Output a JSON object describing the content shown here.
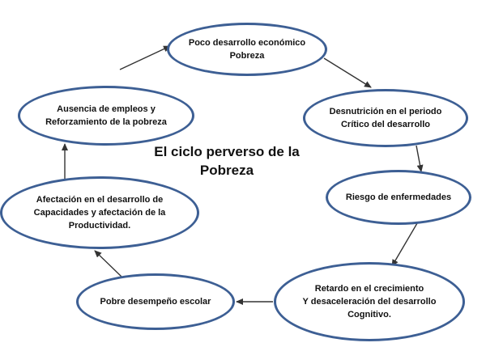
{
  "title": {
    "line1": "El ciclo perverso de la",
    "line2": "Pobreza"
  },
  "nodes": [
    {
      "id": "poco-desarrollo",
      "lines": [
        "Poco desarrollo económico",
        "Pobreza"
      ]
    },
    {
      "id": "desnutricion",
      "lines": [
        "Desnutrición en el periodo",
        "Crítico del desarrollo"
      ]
    },
    {
      "id": "riesgo",
      "lines": [
        "Riesgo de enfermedades"
      ]
    },
    {
      "id": "retardo",
      "lines": [
        "Retardo en el crecimiento",
        "Y desaceleración del desarrollo",
        "Cognitivo."
      ]
    },
    {
      "id": "desempeno",
      "lines": [
        "Pobre desempeño escolar"
      ]
    },
    {
      "id": "afectacion",
      "lines": [
        "Afectación en el desarrollo de",
        "Capacidades y afectación de la",
        "Productividad."
      ]
    },
    {
      "id": "ausencia",
      "lines": [
        "Ausencia de empleos y",
        "Reforzamiento de la pobreza"
      ]
    }
  ],
  "colors": {
    "ellipse_border": "#3d5f94",
    "arrow": "#333333",
    "text": "#111111"
  }
}
